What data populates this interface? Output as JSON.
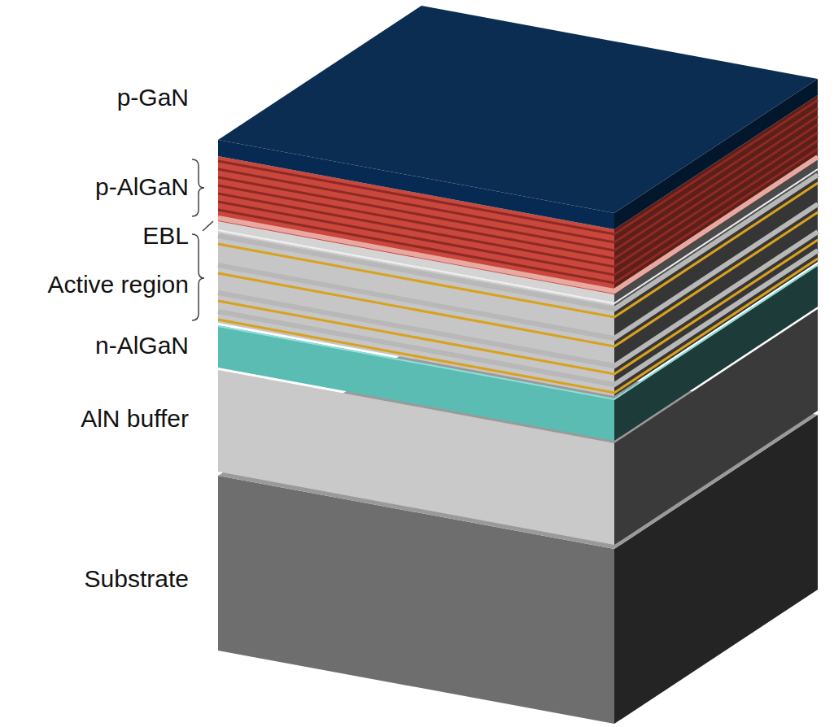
{
  "diagram": {
    "labels": [
      "p-GaN",
      "p-AlGaN",
      "EBL",
      "Active region",
      "n-AlGaN",
      "AlN buffer",
      "Substrate"
    ]
  }
}
